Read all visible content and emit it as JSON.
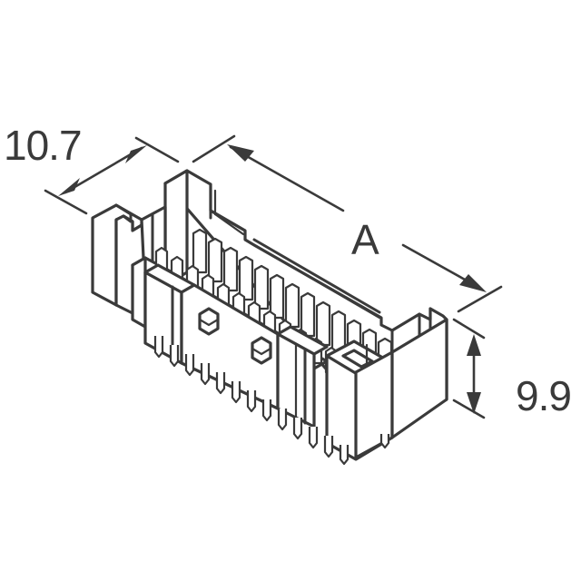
{
  "figure": {
    "type": "isometric-connector-drawing",
    "subject": "dual-row pin header connector",
    "line_color": "#3a3a3a",
    "background": "#ffffff"
  },
  "dimensions": {
    "depth": {
      "label": "10.7",
      "orientation": "diagonal-left"
    },
    "length": {
      "label": "A",
      "orientation": "diagonal-right"
    },
    "height": {
      "label": "9.9",
      "orientation": "vertical"
    }
  }
}
